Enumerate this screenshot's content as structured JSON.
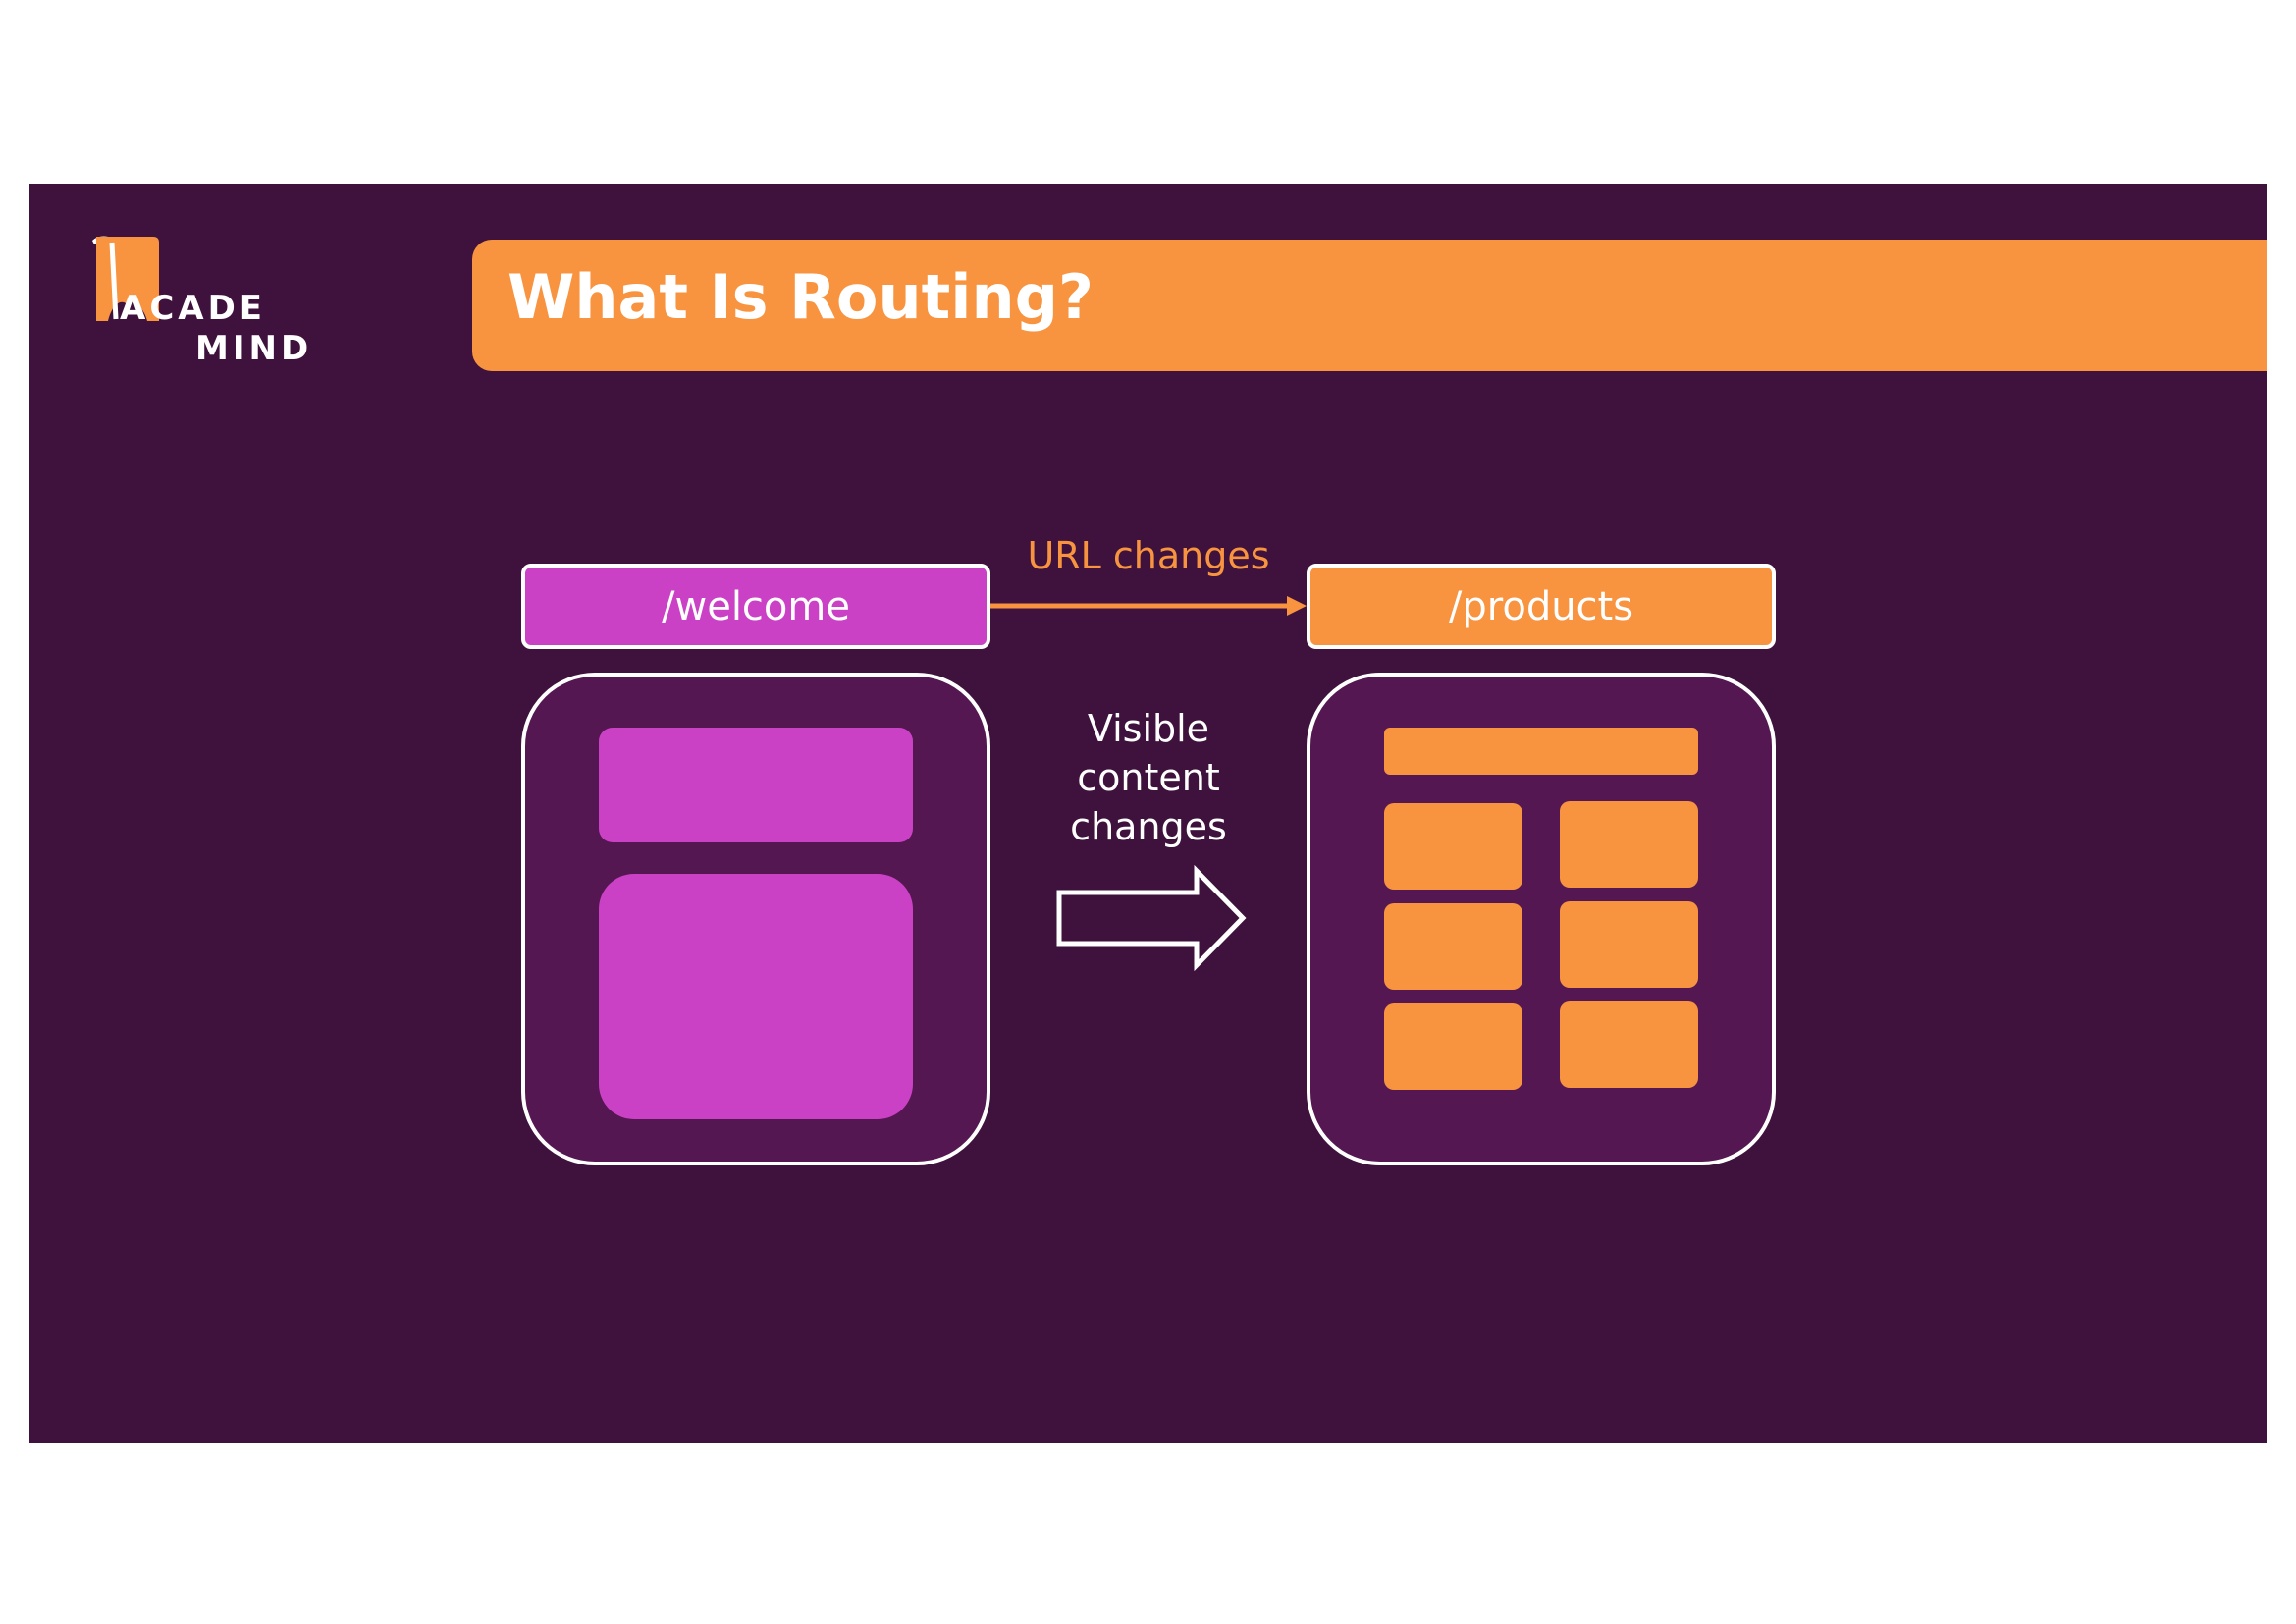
{
  "logo": {
    "line1": "ACADE",
    "line2": "MIND",
    "brand_color": "#f89440"
  },
  "title": "What Is Routing?",
  "diagram": {
    "from_route": "/welcome",
    "to_route": "/products",
    "url_change_label": "URL changes",
    "content_change_label": [
      "Visible",
      "content",
      "changes"
    ],
    "icons": {
      "url_arrow": "right-arrow-icon",
      "content_arrow": "outline-right-arrow-icon"
    }
  },
  "colors": {
    "background": "#3e123c",
    "screen_fill": "#541751",
    "accent_orange": "#f89440",
    "accent_magenta": "#cb41c6",
    "outline": "#ffffff"
  }
}
